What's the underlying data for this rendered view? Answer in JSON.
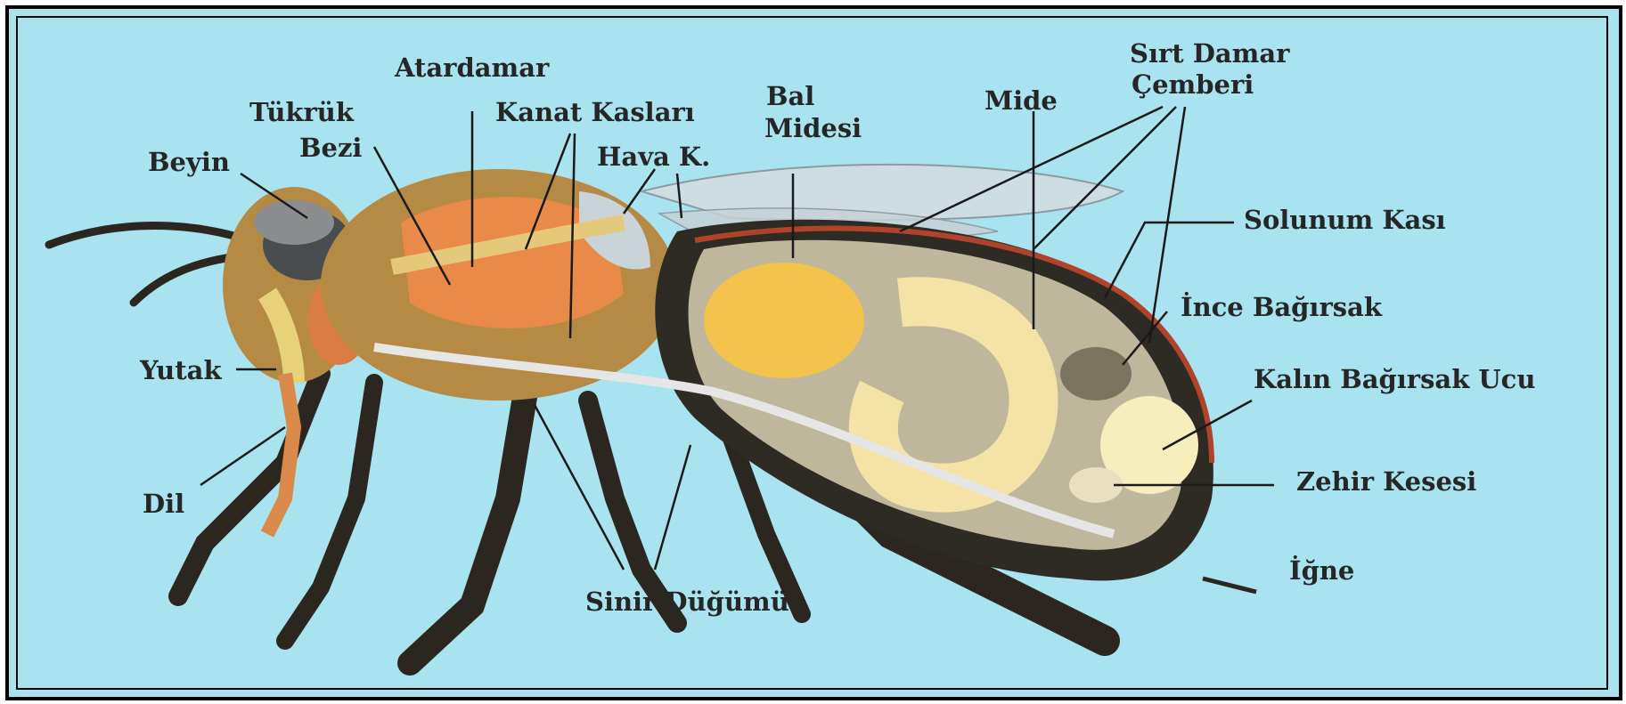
{
  "colors": {
    "background": "#a9e3ef",
    "border": "#000000",
    "label_text": "#262626",
    "wing_muscle": "#e98a48",
    "honey_stomach": "#f3c24a",
    "gut": "#f3e3a6",
    "leg": "#2b2720",
    "fur": "#b58a45",
    "wing": "#ccd8dc"
  },
  "labels": {
    "atardamar": "Atardamar",
    "tukruk_bezi_1": "Tükrük",
    "tukruk_bezi_2": "Bezi",
    "beyin": "Beyin",
    "kanat_kaslari": "Kanat Kasları",
    "hava_k": "Hava K.",
    "bal_midesi_1": "Bal",
    "bal_midesi_2": "Midesi",
    "mide": "Mide",
    "sirt_damar_1": "Sırt Damar",
    "sirt_damar_2": "Çemberi",
    "solunum_kasi": "Solunum Kası",
    "ince_bagirsak": "İnce Bağırsak",
    "kalin_bagirsak": "Kalın Bağırsak Ucu",
    "yutak": "Yutak",
    "dil": "Dil",
    "zehir_kesesi": "Zehir Kesesi",
    "igne": "İğne",
    "sinir_dugumu": "Sinir Düğümü"
  }
}
